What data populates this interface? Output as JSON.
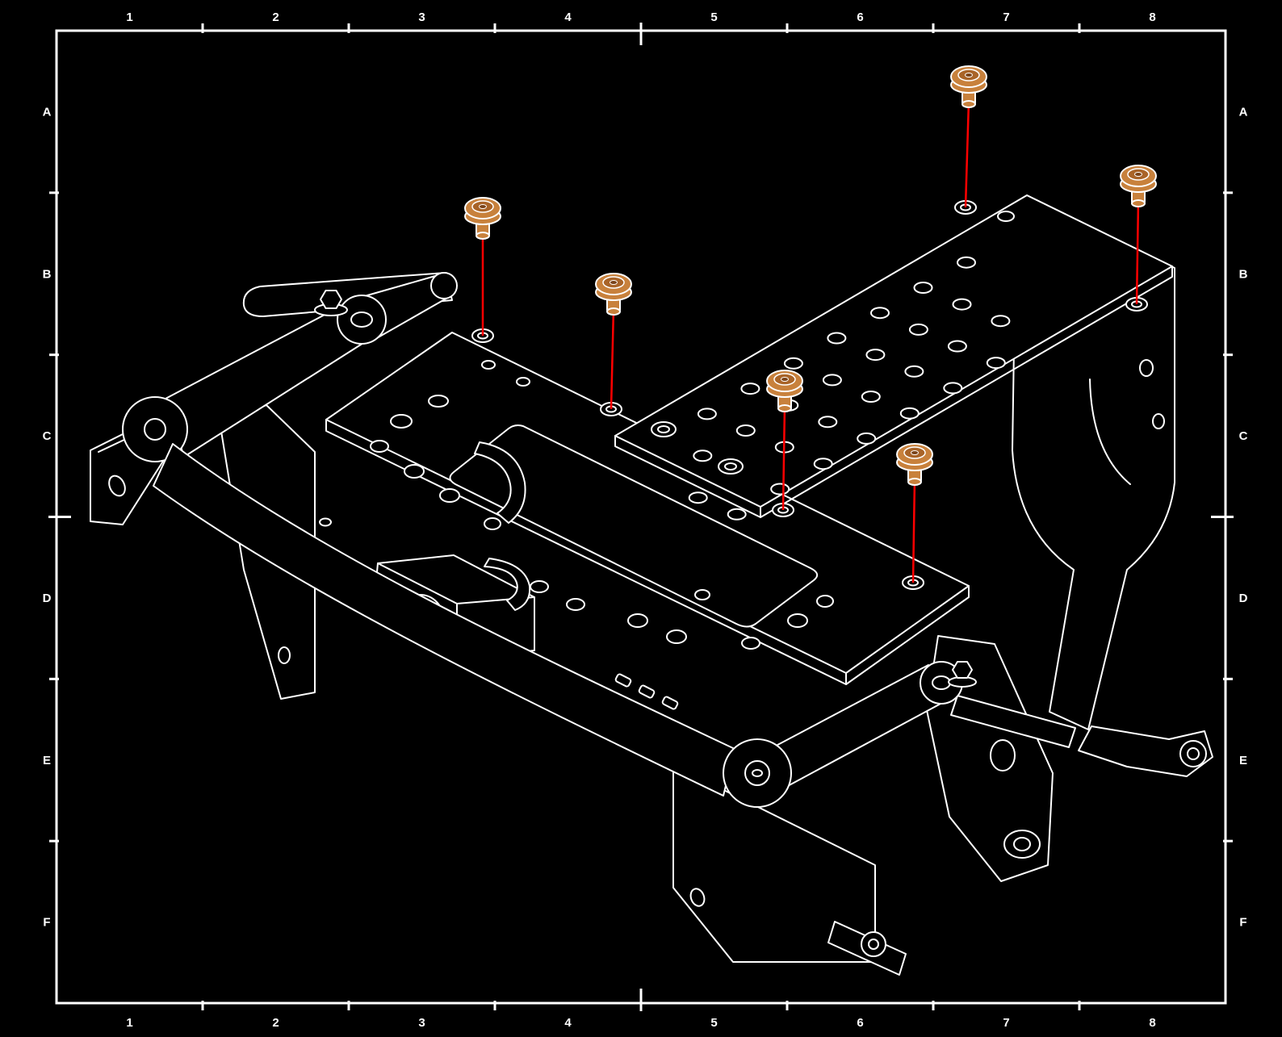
{
  "diagram": {
    "type": "exploded-assembly-technical-drawing",
    "background": "#000000",
    "line_color": "#FFFFFF",
    "leader_color": "#FF0000",
    "screw_fill": "#C8813C",
    "screw_inner": "#A96428",
    "screw_drive": "#7A4318",
    "grid": {
      "columns": [
        "1",
        "2",
        "3",
        "4",
        "5",
        "6",
        "7",
        "8"
      ],
      "rows": [
        "A",
        "B",
        "C",
        "D",
        "E",
        "F"
      ]
    },
    "screws": [
      {
        "id": "screw-1",
        "head": [
          1200,
          95
        ],
        "hole": [
          1196,
          257
        ]
      },
      {
        "id": "screw-2",
        "head": [
          1410,
          218
        ],
        "hole": [
          1408,
          377
        ]
      },
      {
        "id": "screw-3",
        "head": [
          598,
          258
        ],
        "hole": [
          598,
          416
        ]
      },
      {
        "id": "screw-4",
        "head": [
          760,
          352
        ],
        "hole": [
          757,
          507
        ]
      },
      {
        "id": "screw-5",
        "head": [
          972,
          472
        ],
        "hole": [
          970,
          632
        ]
      },
      {
        "id": "screw-6",
        "head": [
          1133,
          563
        ],
        "hole": [
          1131,
          722
        ]
      }
    ]
  }
}
